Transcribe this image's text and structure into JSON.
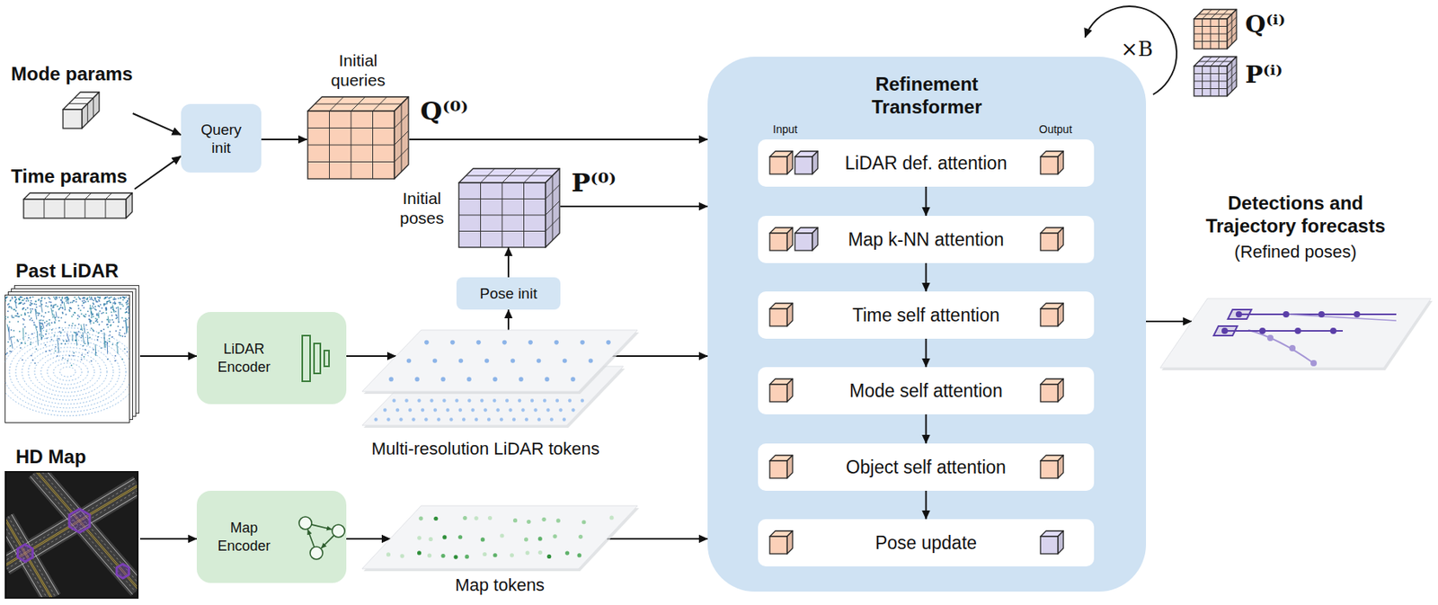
{
  "diagram": {
    "nodes": [
      {
        "text": [
          "Mode params"
        ]
      },
      {
        "text": [
          "Time params"
        ]
      },
      {
        "text": [
          "Query init"
        ]
      },
      {
        "text": [
          "Initial queries",
          "Q⁽⁰⁾"
        ]
      },
      {
        "text": [
          "Initial poses",
          "P⁽⁰⁾"
        ]
      },
      {
        "text": [
          "Pose init"
        ]
      },
      {
        "text": [
          "Past LiDAR"
        ]
      },
      {
        "text": [
          "LiDAR Encoder"
        ]
      },
      {
        "text": [
          "Multi-resolution LiDAR tokens"
        ]
      },
      {
        "text": [
          "HD Map"
        ]
      },
      {
        "text": [
          "Map Encoder"
        ]
      },
      {
        "text": [
          "Map tokens"
        ]
      },
      {
        "text": [
          "Refinement Transformer"
        ]
      },
      {
        "text": [
          "LiDAR def. attention"
        ],
        "in": 12
      },
      {
        "text": [
          "Map k-NN attention"
        ],
        "in": 12
      },
      {
        "text": [
          "Time self attention"
        ],
        "in": 12
      },
      {
        "text": [
          "Mode self attention"
        ],
        "in": 12
      },
      {
        "text": [
          "Object self attention"
        ],
        "in": 12
      },
      {
        "text": [
          "Pose update"
        ],
        "in": 12
      },
      {
        "text": [
          "Detections and Trajectory forecasts",
          "(Refined poses)"
        ]
      }
    ],
    "edges": [
      {
        "from": 0,
        "to": 2,
        "arrow": "to"
      },
      {
        "from": 1,
        "to": 2,
        "arrow": "to"
      },
      {
        "from": 2,
        "to": 3,
        "arrow": "to"
      },
      {
        "from": 3,
        "to": 12,
        "arrow": "to"
      },
      {
        "from": 4,
        "to": 12,
        "arrow": "to"
      },
      {
        "from": 5,
        "to": 4,
        "arrow": "to"
      },
      {
        "from": 8,
        "to": 5,
        "arrow": "to"
      },
      {
        "from": 6,
        "to": 7,
        "arrow": "to"
      },
      {
        "from": 7,
        "to": 8,
        "arrow": "to"
      },
      {
        "from": 8,
        "to": 12,
        "arrow": "to"
      },
      {
        "from": 9,
        "to": 10,
        "arrow": "to"
      },
      {
        "from": 10,
        "to": 11,
        "arrow": "to"
      },
      {
        "from": 11,
        "to": 12,
        "arrow": "to"
      },
      {
        "from": 13,
        "to": 14,
        "arrow": "to"
      },
      {
        "from": 14,
        "to": 15,
        "arrow": "to"
      },
      {
        "from": 15,
        "to": 16,
        "arrow": "to"
      },
      {
        "from": 16,
        "to": 17,
        "arrow": "to"
      },
      {
        "from": 17,
        "to": 18,
        "arrow": "to"
      },
      {
        "from": 12,
        "to": 19,
        "arrow": "to"
      }
    ],
    "labels": [
      "Input",
      "Output",
      "×B",
      "Q⁽ⁱ⁾",
      "P⁽ⁱ⁾"
    ]
  }
}
